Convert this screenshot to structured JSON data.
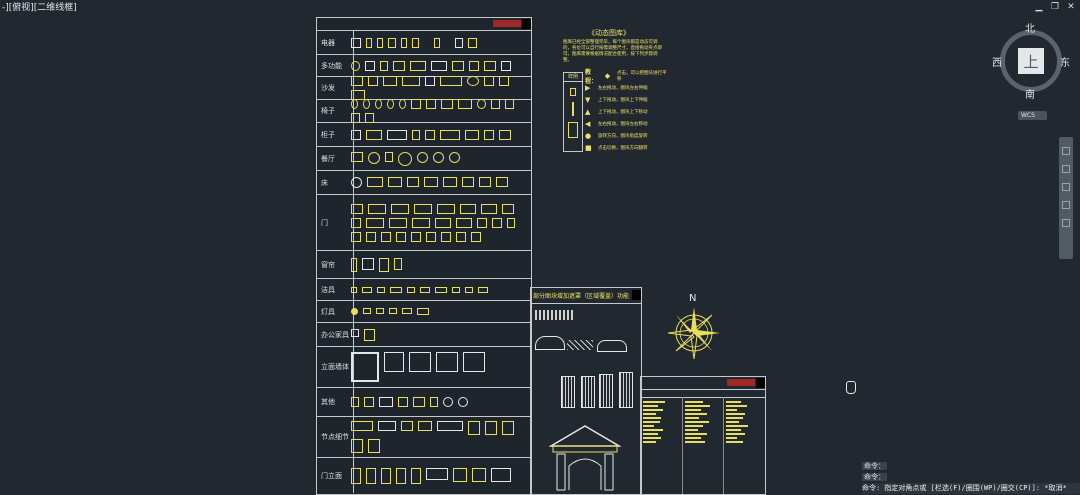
{
  "viewport_label": "-][俯视][二维线框]",
  "window_controls": [
    "minimize-icon",
    "restore-icon",
    "close-icon"
  ],
  "table": {
    "rows": [
      {
        "label": "电器"
      },
      {
        "label": "多功能"
      },
      {
        "label": "沙发"
      },
      {
        "label": "椅子"
      },
      {
        "label": "柜子"
      },
      {
        "label": "餐厅"
      },
      {
        "label": "床"
      },
      {
        "label": "门"
      },
      {
        "label": "窗帘"
      },
      {
        "label": "洁具"
      },
      {
        "label": "灯具"
      },
      {
        "label": "办公家具"
      },
      {
        "label": "立面墙体"
      },
      {
        "label": "其他"
      },
      {
        "label": "节点细节"
      },
      {
        "label": "门立面"
      }
    ]
  },
  "dynamic_legend": {
    "title": "《动态图库》",
    "description": "图库已经全部整理完毕，每个图块都是动态可调的，各位可以自行按需调整尺寸，直接拖动夹点即可。图库需要根据情况配合使用，按下列步骤调整。",
    "box_header": "样例",
    "step_title": "教程：",
    "items": [
      {
        "icon": "diamond-icon",
        "text": "点击，可以把图块进行平移"
      },
      {
        "icon": "arrow-right-icon",
        "text": "左右拖动，图块左右伸缩"
      },
      {
        "icon": "arrow-down-icon",
        "text": "上下拖动，图块上下伸缩"
      },
      {
        "icon": "arrow-up-icon",
        "text": "上下拖动，图块上下移动"
      },
      {
        "icon": "arrow-left-right-icon",
        "text": "左右拖动，图块左右移动"
      },
      {
        "icon": "circle-icon",
        "text": "旋转方向，图块角度旋转"
      },
      {
        "icon": "square-icon",
        "text": "点击切换，图块方向翻转"
      }
    ]
  },
  "panel2": {
    "title": "部分图块增加遮罩（区域覆盖）功能"
  },
  "compass_label": "N",
  "viewcube": {
    "north": "北",
    "south": "南",
    "west": "西",
    "east": "东",
    "face": "上",
    "wcs_label": "WCS"
  },
  "command_line": {
    "history": [
      "命令：",
      "命令："
    ],
    "current": "命令: 指定对角点或 [栏选(F)/圈围(WP)/圈交(CP)]: *取消*"
  },
  "colors": {
    "background": "#212830",
    "symbol": "#e8df5a",
    "frame": "#c8c8c8",
    "tag_red": "#a02828"
  }
}
